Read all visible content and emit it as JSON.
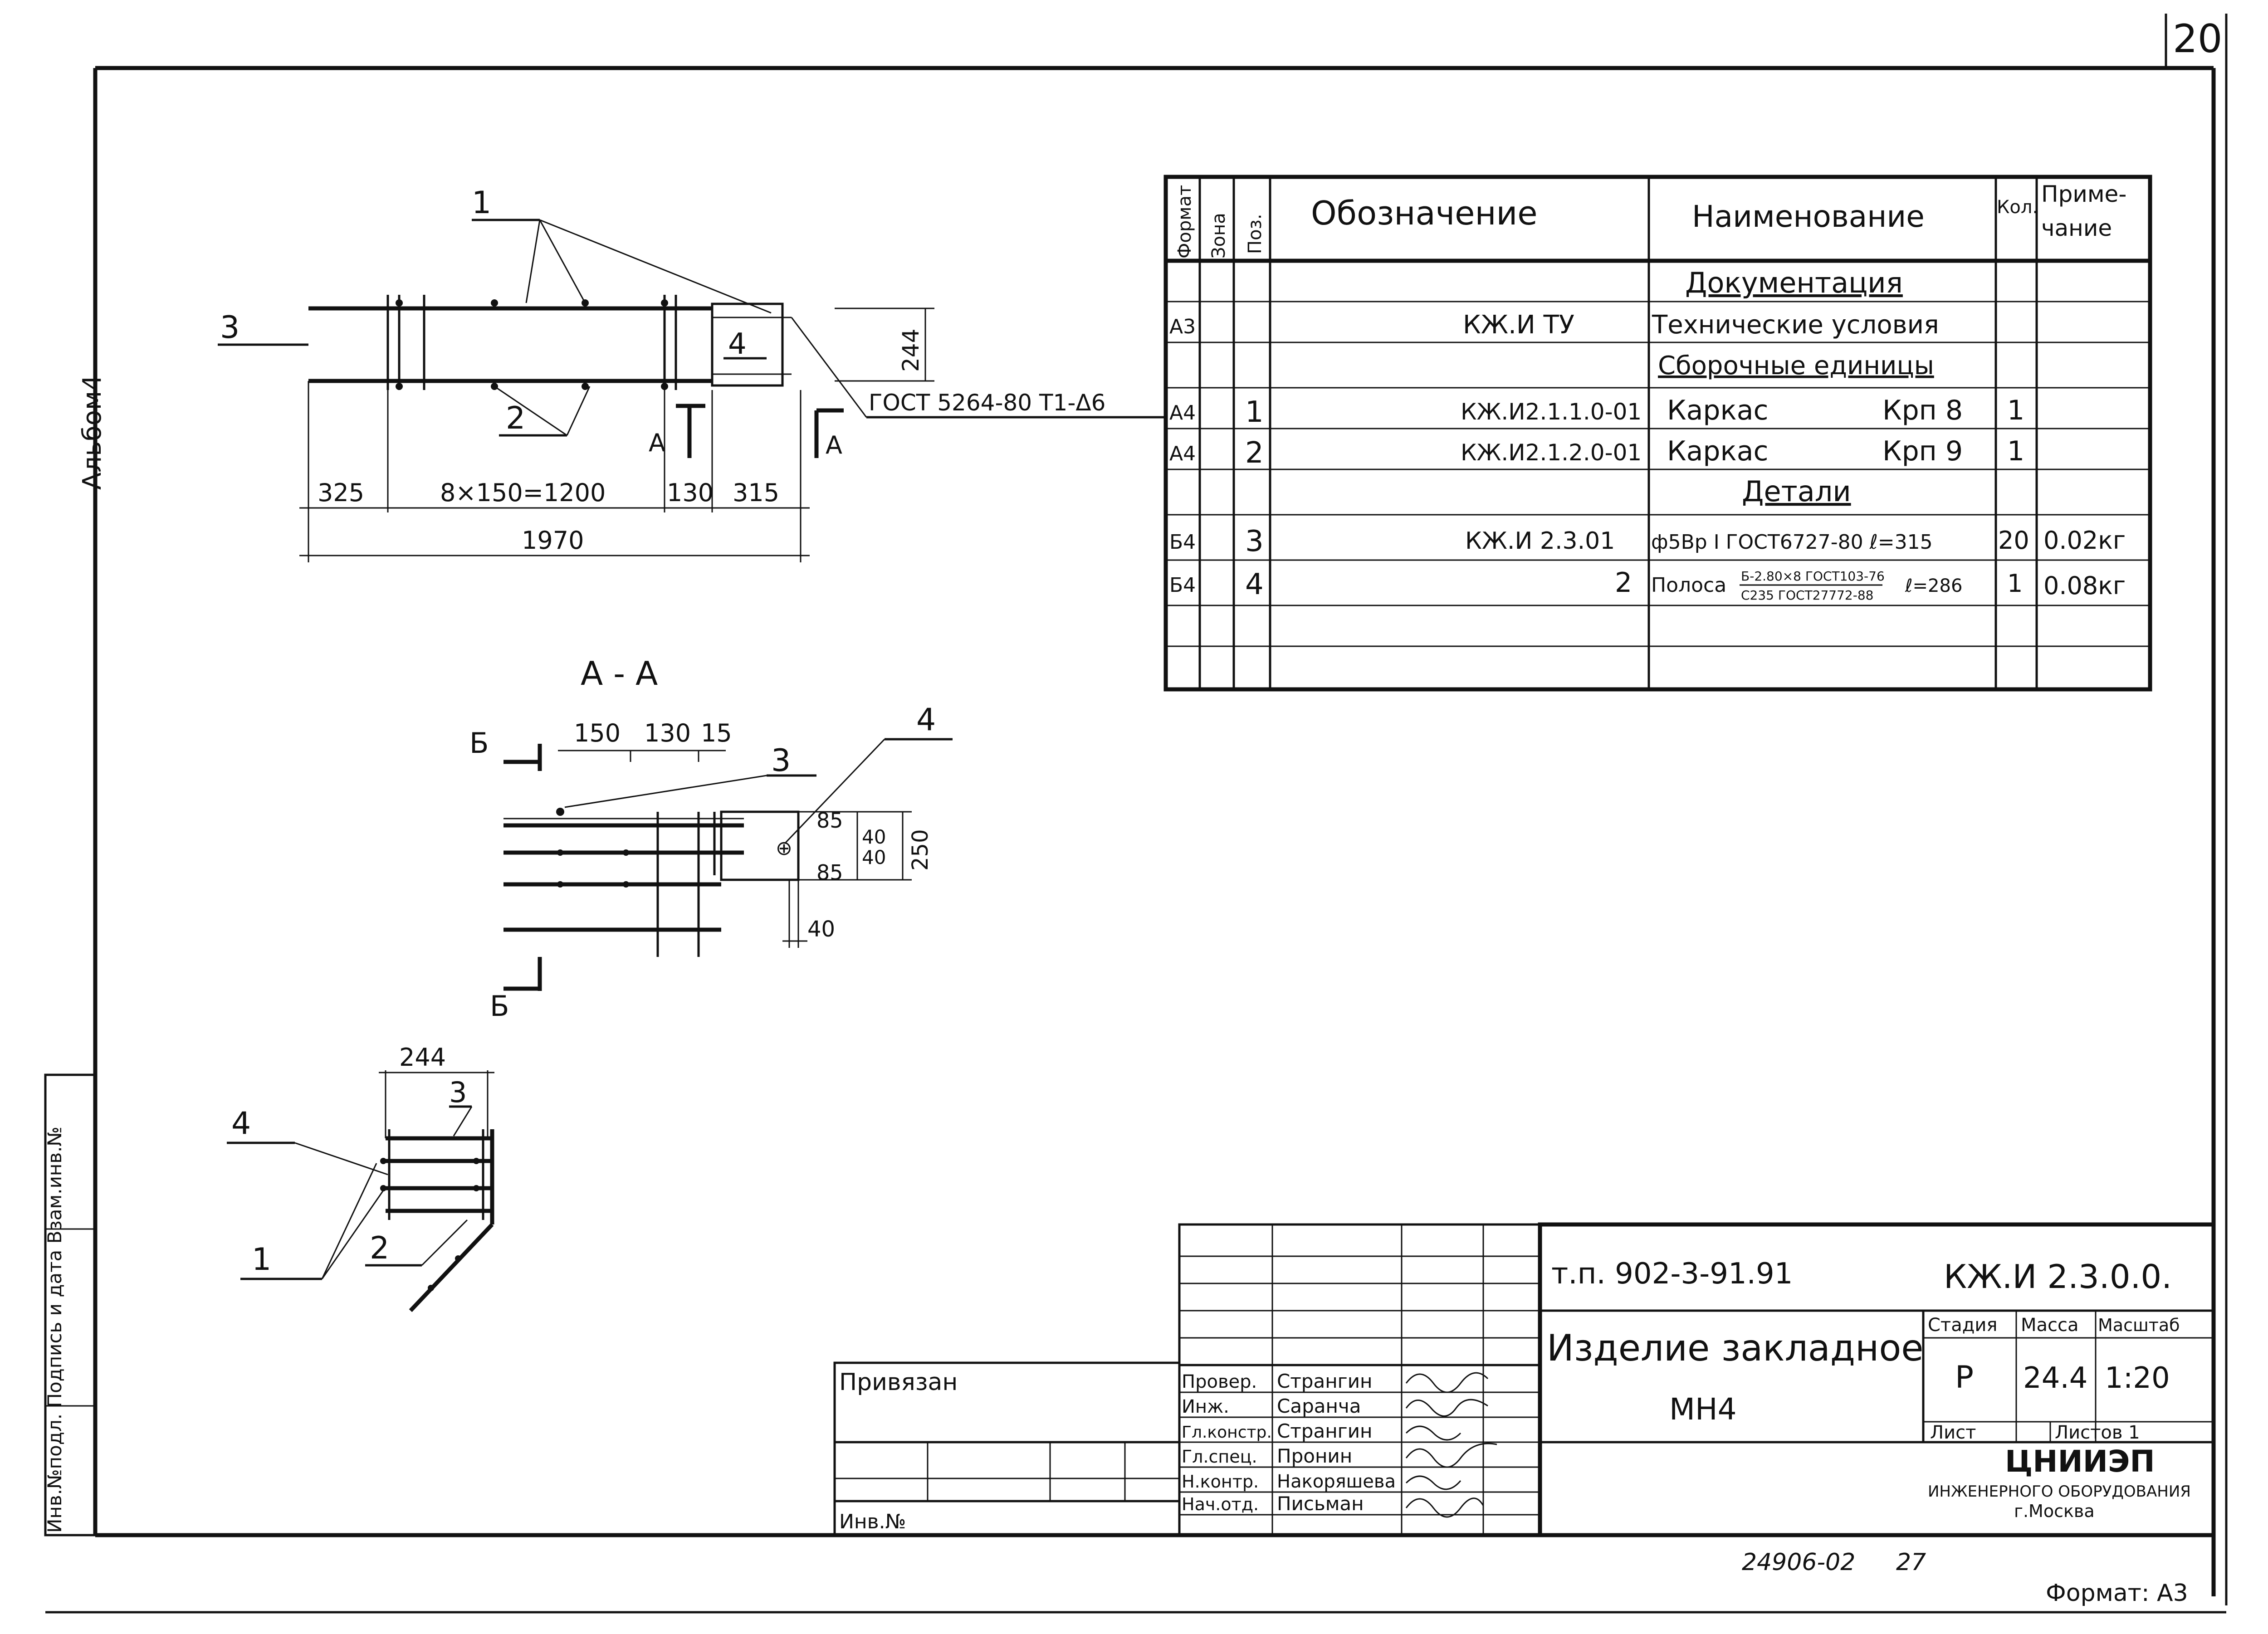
{
  "sheet": {
    "page_number": "20",
    "album_label": "Альбом4",
    "format_label": "Формат: А3",
    "archive_number": "24906-02",
    "archive_page": "27",
    "side_stamp_label": "Инв.№подл. Подпись и дата Взам.инв.№"
  },
  "spec_table": {
    "headers": {
      "format": "Формат",
      "zone": "Зона",
      "pos": "Поз.",
      "designation": "Обозначение",
      "name": "Наименование",
      "qty": "Кол.",
      "note_line1": "Приме-",
      "note_line2": "чание"
    },
    "sections": {
      "documentation": "Документация",
      "assemblies": "Сборочные единицы",
      "details": "Детали"
    },
    "rows": [
      {
        "format": "А3",
        "zone": "",
        "pos": "",
        "designation": "КЖ.И ТУ",
        "name": "Технические условия",
        "mark": "",
        "qty": "",
        "note": ""
      },
      {
        "format": "А4",
        "zone": "",
        "pos": "1",
        "designation": "КЖ.И2.1.1.0-01",
        "name": "Каркас",
        "mark": "Крп 8",
        "qty": "1",
        "note": ""
      },
      {
        "format": "А4",
        "zone": "",
        "pos": "2",
        "designation": "КЖ.И2.1.2.0-01",
        "name": "Каркас",
        "mark": "Крп 9",
        "qty": "1",
        "note": ""
      },
      {
        "format": "Б4",
        "zone": "",
        "pos": "3",
        "designation": "КЖ.И 2.3.01",
        "name": "ф5Вр I ГОСТ6727-80 ℓ=315",
        "mark": "",
        "qty": "20",
        "note": "0.02кг"
      },
      {
        "format": "Б4",
        "zone": "",
        "pos": "4",
        "designation": "2",
        "name": "Полоса",
        "mark": "",
        "qty": "1",
        "note": "0.08кг",
        "fraction_top": "Б-2.80×8 ГОСТ103-76",
        "fraction_bottom": "С235 ГОСТ27772-88",
        "length": "ℓ=286"
      }
    ]
  },
  "title_block": {
    "project": "т.п. 902-3-91.91",
    "code": "КЖ.И 2.3.0.0.",
    "product_title": "Изделие закладное",
    "product_mark": "МН4",
    "stage_header": "Стадия",
    "mass_header": "Масса",
    "scale_header": "Масштаб",
    "stage": "Р",
    "mass": "24.4",
    "scale": "1:20",
    "sheet_label": "Лист",
    "sheets_label": "Листов 1",
    "org_name": "ЦНИИЭП",
    "org_desc": "ИНЖЕНЕРНОГО ОБОРУДОВАНИЯ",
    "org_city": "г.Москва",
    "bound_label": "Привязан",
    "inv_label": "Инв.№",
    "staff": [
      {
        "role": "Провер.",
        "name": "Странгин"
      },
      {
        "role": "Инж.",
        "name": "Саранча"
      },
      {
        "role": "Гл.констр.",
        "name": "Странгин"
      },
      {
        "role": "Гл.спец.",
        "name": "Пронин"
      },
      {
        "role": "Н.контр.",
        "name": "Накоряшева"
      },
      {
        "role": "Нач.отд.",
        "name": "Письман"
      }
    ]
  },
  "drawings": {
    "plan": {
      "labels": {
        "pos1": "1",
        "pos2": "2",
        "pos3": "3",
        "pos4": "4"
      },
      "dims": {
        "d1": "325",
        "d2": "8×150=1200",
        "d3": "130",
        "d4": "315",
        "total": "1970",
        "height": "244"
      },
      "weld_note": "ГОСТ 5264-80 Т1-Δ6",
      "section_mark": "А"
    },
    "section_aa": {
      "title": "А - А",
      "cut_mark": "Б",
      "labels": {
        "pos3": "3",
        "pos4": "4"
      },
      "dims": {
        "a": "150",
        "b": "130",
        "c": "15",
        "v1": "85",
        "v2": "40",
        "v3": "40",
        "v4": "85",
        "total": "250",
        "bottom": "40"
      }
    },
    "section_bb": {
      "labels": {
        "pos1": "1",
        "pos2": "2",
        "pos3": "3",
        "pos4": "4"
      },
      "dims": {
        "width": "244"
      }
    }
  }
}
